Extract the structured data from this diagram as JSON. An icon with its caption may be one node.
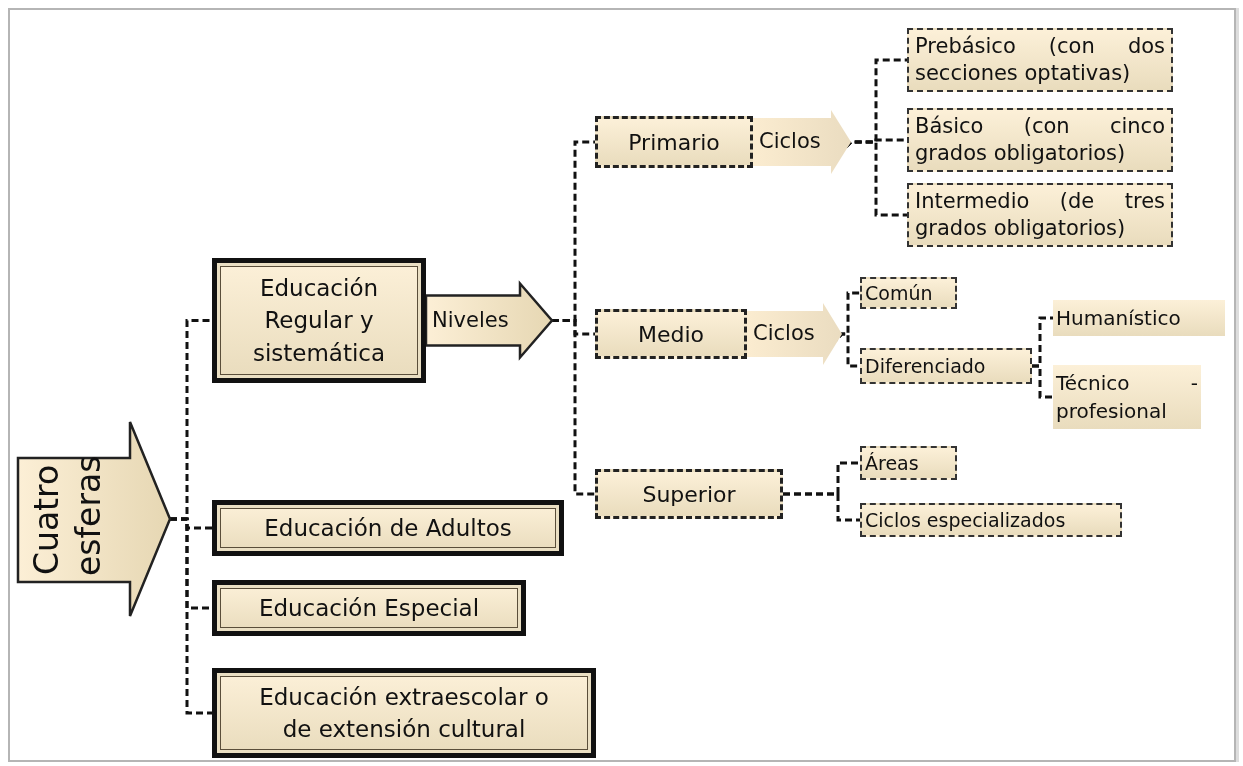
{
  "diagram": {
    "nodes": [
      {
        "text": [
          "Cuatro esferas"
        ]
      },
      {
        "text": [
          "Educación Regular y sistemática"
        ]
      },
      {
        "text": [
          "Educación de Adultos"
        ]
      },
      {
        "text": [
          "Educación Especial"
        ]
      },
      {
        "text": [
          "Educación extraescolar o de extensión cultural"
        ]
      },
      {
        "text": [
          "Primario"
        ]
      },
      {
        "text": [
          "Prebásico (con dos secciones optativas)"
        ]
      },
      {
        "text": [
          "Básico (con cinco grados obligatorios)"
        ]
      },
      {
        "text": [
          "Intermedio (de tres grados obligatorios)"
        ]
      },
      {
        "text": [
          "Medio"
        ]
      },
      {
        "text": [
          "Común"
        ]
      },
      {
        "text": [
          "Diferenciado"
        ]
      },
      {
        "text": [
          "Humanístico"
        ]
      },
      {
        "text": [
          "Técnico - profesional"
        ]
      },
      {
        "text": [
          "Superior"
        ]
      },
      {
        "text": [
          "Áreas"
        ]
      },
      {
        "text": [
          "Ciclos especializados"
        ]
      }
    ],
    "edges": [
      {
        "from": 0,
        "to": 1,
        "arrow": "none",
        "style": "dashed"
      },
      {
        "from": 0,
        "to": 2,
        "arrow": "none",
        "style": "dashed"
      },
      {
        "from": 0,
        "to": 3,
        "arrow": "none",
        "style": "dashed"
      },
      {
        "from": 0,
        "to": 4,
        "arrow": "none",
        "style": "dashed"
      },
      {
        "from": 1,
        "to": 5,
        "arrow": "none",
        "style": "dashed",
        "label": "Niveles"
      },
      {
        "from": 1,
        "to": 9,
        "arrow": "none",
        "style": "dashed"
      },
      {
        "from": 1,
        "to": 14,
        "arrow": "none",
        "style": "dashed"
      },
      {
        "from": 5,
        "to": 6,
        "arrow": "none",
        "style": "dashed",
        "label": "Ciclos"
      },
      {
        "from": 5,
        "to": 7,
        "arrow": "none",
        "style": "dashed"
      },
      {
        "from": 5,
        "to": 8,
        "arrow": "none",
        "style": "dashed"
      },
      {
        "from": 9,
        "to": 10,
        "arrow": "none",
        "style": "dashed",
        "label": "Ciclos"
      },
      {
        "from": 9,
        "to": 11,
        "arrow": "none",
        "style": "dashed"
      },
      {
        "from": 11,
        "to": 12,
        "arrow": "none",
        "style": "dashed"
      },
      {
        "from": 11,
        "to": 13,
        "arrow": "none",
        "style": "dashed"
      },
      {
        "from": 14,
        "to": 15,
        "arrow": "none",
        "style": "dashed"
      },
      {
        "from": 14,
        "to": 16,
        "arrow": "none",
        "style": "dashed"
      }
    ]
  }
}
